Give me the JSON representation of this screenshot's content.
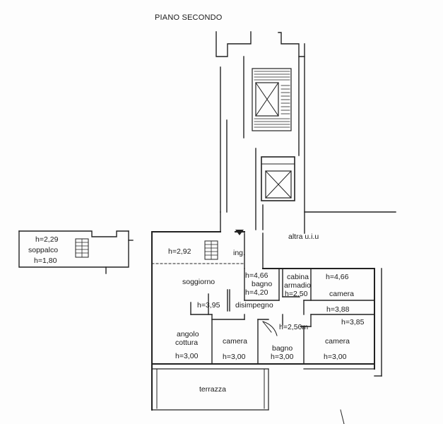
{
  "title": "PIANO SECONDO",
  "mezzanine": {
    "height_top": "h=2,29",
    "name": "soppalco",
    "height_bottom": "h=1,80"
  },
  "other_unit": "altra u.i.u",
  "rooms": {
    "entrance_height": "h=2,92",
    "entrance": "ing.",
    "living": "soggiorno",
    "bath1_height_top": "h=4,66",
    "bath1": "bagno",
    "bath1_height_bottom": "h=4,20",
    "closet_line1": "cabina",
    "closet_line2": "armadio",
    "closet_height": "h=2,50",
    "bed1_height_top": "h=4,66",
    "bed1": "camera",
    "bed1_height_bottom": "h=3,88",
    "living_height": "h=3,95",
    "hall": "disimpegno",
    "hall_height": "h=2,50m",
    "bed3_height_top": "h=3,85",
    "kitchen_line1": "angolo",
    "kitchen_line2": "cottura",
    "kitchen_height": "h=3,00",
    "bed2": "camera",
    "bed2_height": "h=3,00",
    "bath2": "bagno",
    "bath2_height": "h=3,00",
    "bed3": "camera",
    "bed3_height": "h=3,00",
    "terrace": "terrazza"
  }
}
